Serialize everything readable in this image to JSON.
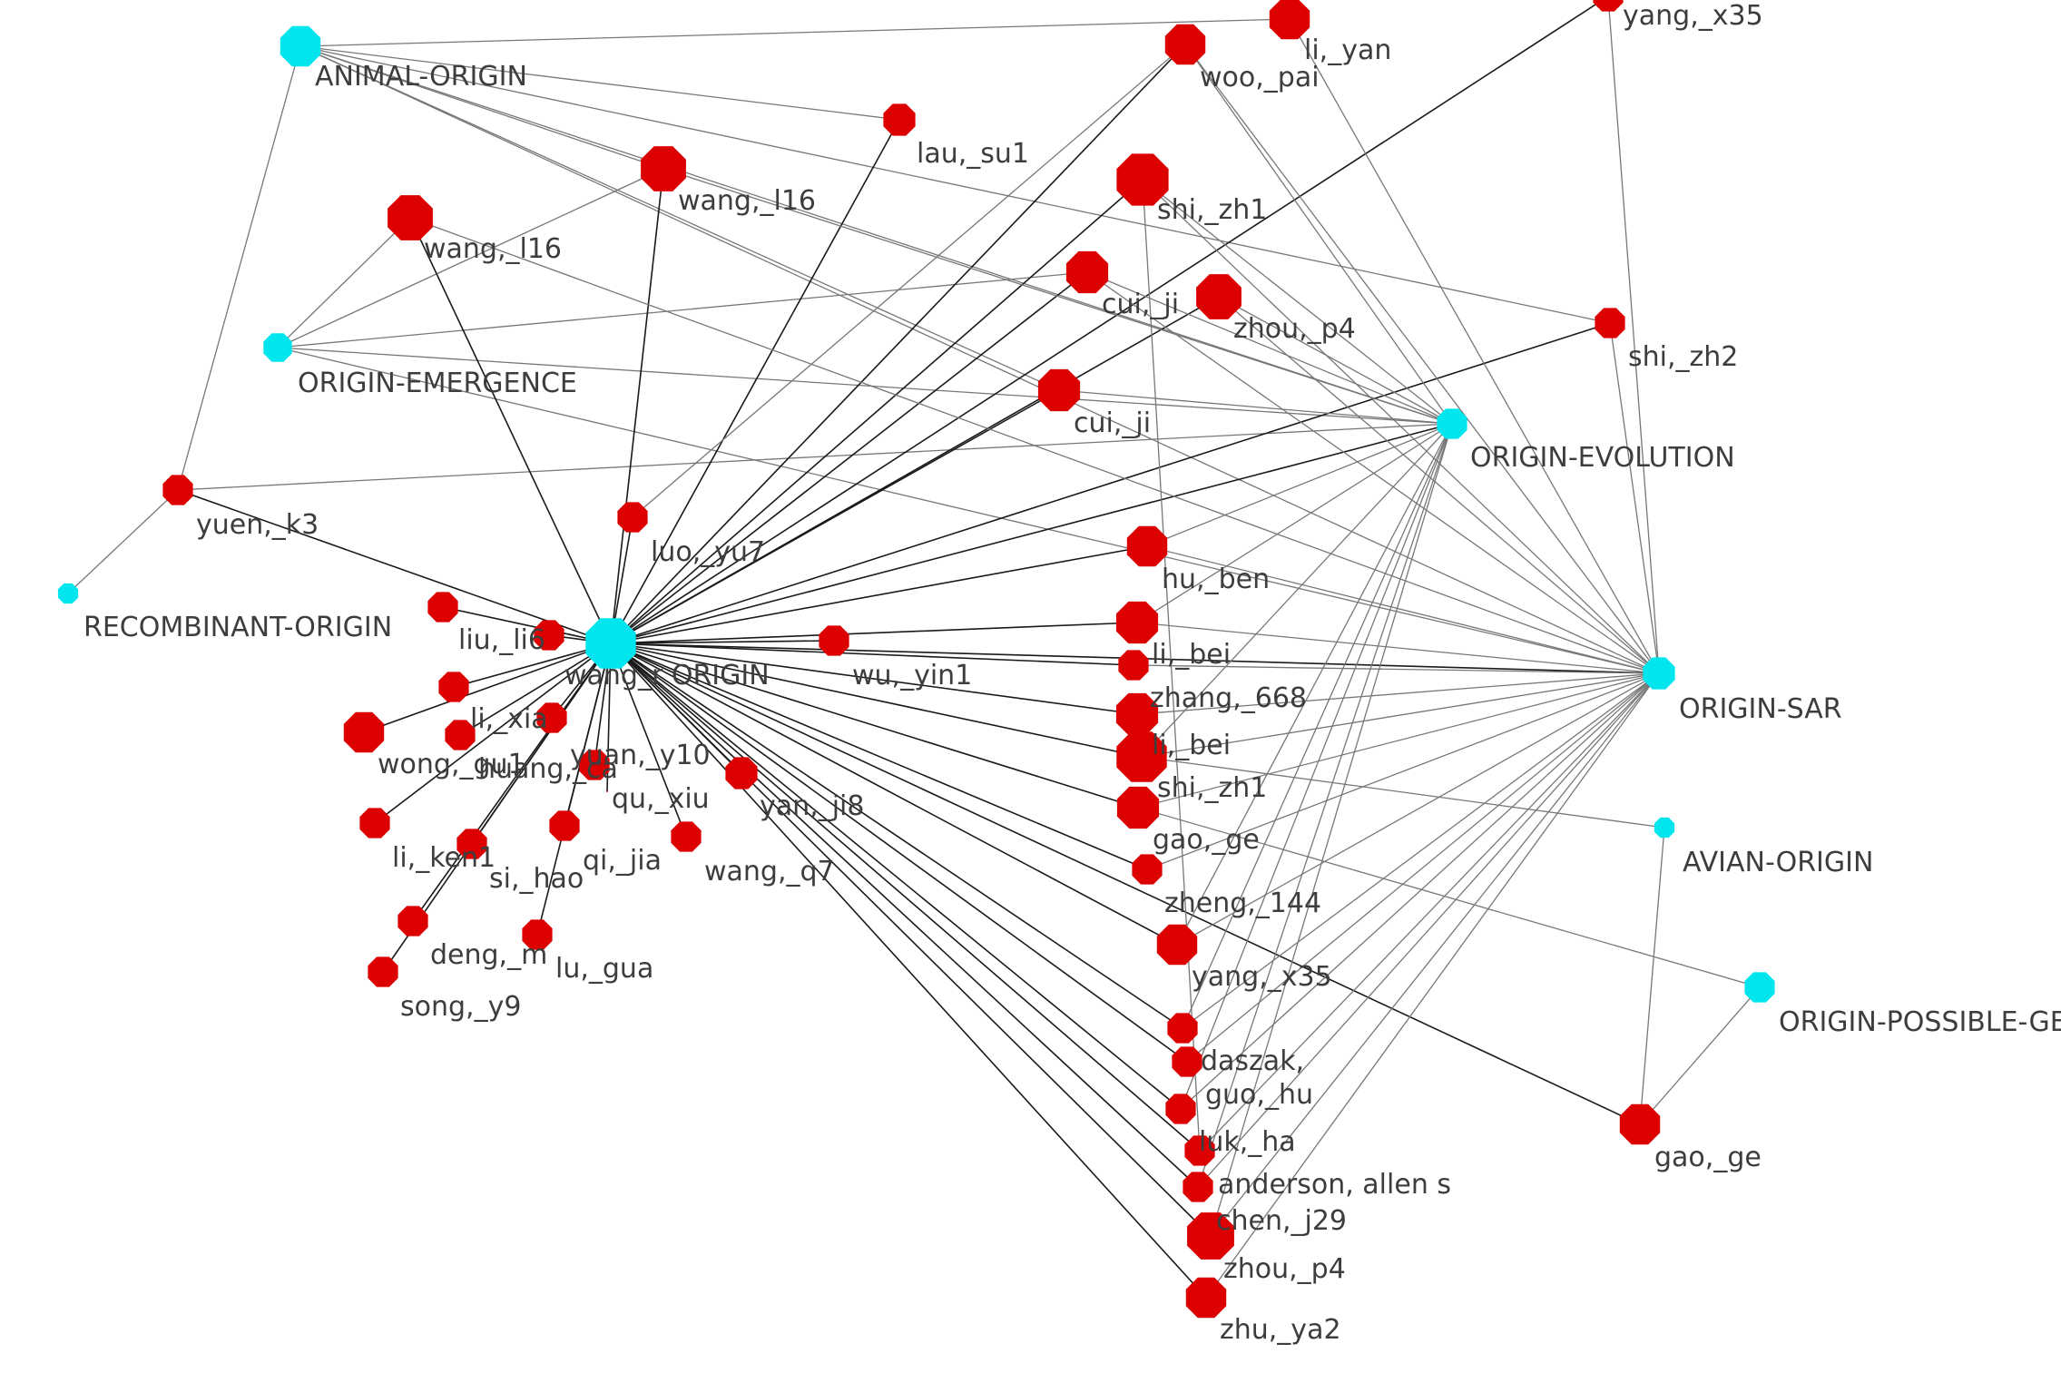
{
  "colors": {
    "concept": "#00e5ee",
    "author": "#dd0000",
    "edge_dark": "#1a1a1a",
    "edge_light": "#777777",
    "label": "#3d3d3d"
  },
  "nodes": [
    {
      "id": "animal_origin",
      "label": "ANIMAL-ORIGIN",
      "kind": "concept"
    },
    {
      "id": "origin_emergence",
      "label": "ORIGIN-EMERGENCE",
      "kind": "concept"
    },
    {
      "id": "recombinant_origin",
      "label": "RECOMBINANT-ORIGIN",
      "kind": "concept"
    },
    {
      "id": "wang_origin",
      "label": "wang_r ORIGIN",
      "kind": "concept"
    },
    {
      "id": "origin_evolution",
      "label": "ORIGIN-EVOLUTION",
      "kind": "concept"
    },
    {
      "id": "origin_sar",
      "label": "ORIGIN-SAR",
      "kind": "concept"
    },
    {
      "id": "avian_origin",
      "label": "AVIAN-ORIGIN",
      "kind": "concept"
    },
    {
      "id": "origin_possible",
      "label": "ORIGIN-POSSIBLE-GE",
      "kind": "concept"
    },
    {
      "id": "li_yan",
      "label": "li,_yan",
      "kind": "author"
    },
    {
      "id": "woo_pai",
      "label": "woo,_pai",
      "kind": "author"
    },
    {
      "id": "yang_x35_top",
      "label": "yang,_x35",
      "kind": "author"
    },
    {
      "id": "lau_su1",
      "label": "lau,_su1",
      "kind": "author"
    },
    {
      "id": "wang_l16_a",
      "label": "wang,_l16",
      "kind": "author"
    },
    {
      "id": "wang_l16_b",
      "label": "wang,_l16",
      "kind": "author"
    },
    {
      "id": "shi_zh1_top",
      "label": "shi,_zh1",
      "kind": "author"
    },
    {
      "id": "cui_ji_a",
      "label": "cui,_ji",
      "kind": "author"
    },
    {
      "id": "zhou_p4_top",
      "label": "zhou,_p4",
      "kind": "author"
    },
    {
      "id": "shi_zh2",
      "label": "shi,_zh2",
      "kind": "author"
    },
    {
      "id": "cui_ji_b",
      "label": "cui,_ji",
      "kind": "author"
    },
    {
      "id": "yuen_k3",
      "label": "yuen,_k3",
      "kind": "author"
    },
    {
      "id": "luo_yu7",
      "label": "luo,_yu7",
      "kind": "author"
    },
    {
      "id": "hu_ben",
      "label": "hu,_ben",
      "kind": "author"
    },
    {
      "id": "liu_li6",
      "label": "liu,_li6",
      "kind": "author"
    },
    {
      "id": "wu_yin1",
      "label": "wu,_yin1",
      "kind": "author"
    },
    {
      "id": "li_bei_a",
      "label": "li,_bei",
      "kind": "author"
    },
    {
      "id": "zhang_668",
      "label": "zhang,_668",
      "kind": "author"
    },
    {
      "id": "li_xia",
      "label": "li,_xia",
      "kind": "author"
    },
    {
      "id": "li_bei_b",
      "label": "li,_bei",
      "kind": "author"
    },
    {
      "id": "wong_gu1",
      "label": "wong,_gu1",
      "kind": "author"
    },
    {
      "id": "huang_ca",
      "label": "huang,_ca",
      "kind": "author"
    },
    {
      "id": "yuan_y10",
      "label": "yuan,_y10",
      "kind": "author"
    },
    {
      "id": "shi_zh1_mid",
      "label": "shi,_zh1",
      "kind": "author"
    },
    {
      "id": "qu_xiu",
      "label": "qu,_xiu",
      "kind": "author"
    },
    {
      "id": "yan_ji8",
      "label": "yan,_ji8",
      "kind": "author"
    },
    {
      "id": "gao_ge_mid",
      "label": "gao,_ge",
      "kind": "author"
    },
    {
      "id": "li_ken1",
      "label": "li,_ken1",
      "kind": "author"
    },
    {
      "id": "qi_jia",
      "label": "qi,_jia",
      "kind": "author"
    },
    {
      "id": "wang_q7",
      "label": "wang,_q7",
      "kind": "author"
    },
    {
      "id": "si_hao",
      "label": "si,_hao",
      "kind": "author"
    },
    {
      "id": "zheng_144",
      "label": "zheng,_144",
      "kind": "author"
    },
    {
      "id": "deng_m",
      "label": "deng,_m",
      "kind": "author"
    },
    {
      "id": "lu_gua",
      "label": "lu,_gua",
      "kind": "author"
    },
    {
      "id": "yang_x35",
      "label": "yang,_x35",
      "kind": "author"
    },
    {
      "id": "song_y9",
      "label": "song,_y9",
      "kind": "author"
    },
    {
      "id": "daszak",
      "label": "daszak,",
      "kind": "author"
    },
    {
      "id": "guo_hu",
      "label": "guo,_hu",
      "kind": "author"
    },
    {
      "id": "luk_ha",
      "label": "luk,_ha",
      "kind": "author"
    },
    {
      "id": "anderson",
      "label": "anderson, allen s",
      "kind": "author"
    },
    {
      "id": "chen_j29",
      "label": "chen,_j29",
      "kind": "author"
    },
    {
      "id": "zhou_p4",
      "label": "zhou,_p4",
      "kind": "author"
    },
    {
      "id": "zhu_ya2",
      "label": "zhu,_ya2",
      "kind": "author"
    },
    {
      "id": "gao_ge",
      "label": "gao,_ge",
      "kind": "author"
    },
    {
      "id": "unlabeled_1",
      "label": "",
      "kind": "author"
    },
    {
      "id": "unlabeled_2",
      "label": "",
      "kind": "author"
    }
  ],
  "edges": [
    [
      "animal_origin",
      "li_yan"
    ],
    [
      "animal_origin",
      "lau_su1"
    ],
    [
      "animal_origin",
      "wang_l16_a"
    ],
    [
      "animal_origin",
      "yuen_k3"
    ],
    [
      "animal_origin",
      "shi_zh2"
    ],
    [
      "animal_origin",
      "origin_sar"
    ],
    [
      "animal_origin",
      "cui_ji_b"
    ],
    [
      "animal_origin",
      "origin_evolution"
    ],
    [
      "origin_emergence",
      "wang_l16_a"
    ],
    [
      "origin_emergence",
      "wang_l16_b"
    ],
    [
      "origin_emergence",
      "cui_ji_a"
    ],
    [
      "origin_emergence",
      "origin_evolution"
    ],
    [
      "origin_emergence",
      "origin_sar"
    ],
    [
      "recombinant_origin",
      "yuen_k3"
    ],
    [
      "yuen_k3",
      "origin_evolution"
    ],
    [
      "yuen_k3",
      "wang_origin"
    ],
    [
      "wang_origin",
      "woo_pai"
    ],
    [
      "wang_origin",
      "yang_x35_top"
    ],
    [
      "wang_origin",
      "lau_su1"
    ],
    [
      "wang_origin",
      "wang_l16_a"
    ],
    [
      "wang_origin",
      "wang_l16_b"
    ],
    [
      "wang_origin",
      "shi_zh1_top"
    ],
    [
      "wang_origin",
      "cui_ji_a"
    ],
    [
      "wang_origin",
      "zhou_p4_top"
    ],
    [
      "wang_origin",
      "cui_ji_b"
    ],
    [
      "wang_origin",
      "shi_zh2"
    ],
    [
      "wang_origin",
      "origin_evolution"
    ],
    [
      "wang_origin",
      "luo_yu7"
    ],
    [
      "wang_origin",
      "hu_ben"
    ],
    [
      "wang_origin",
      "liu_li6"
    ],
    [
      "wang_origin",
      "wu_yin1"
    ],
    [
      "wang_origin",
      "li_bei_a"
    ],
    [
      "wang_origin",
      "zhang_668"
    ],
    [
      "wang_origin",
      "li_bei_b"
    ],
    [
      "wang_origin",
      "shi_zh1_mid"
    ],
    [
      "wang_origin",
      "gao_ge_mid"
    ],
    [
      "wang_origin",
      "zheng_144"
    ],
    [
      "wang_origin",
      "yang_x35"
    ],
    [
      "wang_origin",
      "daszak"
    ],
    [
      "wang_origin",
      "guo_hu"
    ],
    [
      "wang_origin",
      "luk_ha"
    ],
    [
      "wang_origin",
      "anderson"
    ],
    [
      "wang_origin",
      "chen_j29"
    ],
    [
      "wang_origin",
      "zhou_p4"
    ],
    [
      "wang_origin",
      "zhu_ya2"
    ],
    [
      "wang_origin",
      "gao_ge"
    ],
    [
      "wang_origin",
      "origin_sar"
    ],
    [
      "wang_origin",
      "unlabeled_1"
    ],
    [
      "wang_origin",
      "li_xia"
    ],
    [
      "wang_origin",
      "wong_gu1"
    ],
    [
      "wang_origin",
      "huang_ca"
    ],
    [
      "wang_origin",
      "yuan_y10"
    ],
    [
      "wang_origin",
      "qu_xiu"
    ],
    [
      "wang_origin",
      "yan_ji8"
    ],
    [
      "wang_origin",
      "li_ken1"
    ],
    [
      "wang_origin",
      "qi_jia"
    ],
    [
      "wang_origin",
      "wang_q7"
    ],
    [
      "wang_origin",
      "si_hao"
    ],
    [
      "wang_origin",
      "deng_m"
    ],
    [
      "wang_origin",
      "lu_gua"
    ],
    [
      "wang_origin",
      "song_y9"
    ],
    [
      "wang_origin",
      "unlabeled_2"
    ],
    [
      "origin_evolution",
      "woo_pai"
    ],
    [
      "origin_evolution",
      "shi_zh1_top"
    ],
    [
      "origin_evolution",
      "cui_ji_a"
    ],
    [
      "origin_evolution",
      "zhou_p4_top"
    ],
    [
      "origin_evolution",
      "cui_ji_b"
    ],
    [
      "origin_evolution",
      "hu_ben"
    ],
    [
      "origin_evolution",
      "li_bei_a"
    ],
    [
      "origin_evolution",
      "shi_zh1_mid"
    ],
    [
      "origin_evolution",
      "yang_x35"
    ],
    [
      "origin_evolution",
      "daszak"
    ],
    [
      "origin_evolution",
      "luk_ha"
    ],
    [
      "origin_evolution",
      "chen_j29"
    ],
    [
      "origin_evolution",
      "zhou_p4"
    ],
    [
      "origin_evolution",
      "wang_l16_a"
    ],
    [
      "origin_sar",
      "yang_x35_top"
    ],
    [
      "origin_sar",
      "woo_pai"
    ],
    [
      "origin_sar",
      "shi_zh1_top"
    ],
    [
      "origin_sar",
      "cui_ji_a"
    ],
    [
      "origin_sar",
      "zhou_p4_top"
    ],
    [
      "origin_sar",
      "shi_zh2"
    ],
    [
      "origin_sar",
      "hu_ben"
    ],
    [
      "origin_sar",
      "li_bei_a"
    ],
    [
      "origin_sar",
      "zhang_668"
    ],
    [
      "origin_sar",
      "gao_ge_mid"
    ],
    [
      "origin_sar",
      "zheng_144"
    ],
    [
      "origin_sar",
      "yang_x35"
    ],
    [
      "origin_sar",
      "daszak"
    ],
    [
      "origin_sar",
      "guo_hu"
    ],
    [
      "origin_sar",
      "luk_ha"
    ],
    [
      "origin_sar",
      "anderson"
    ],
    [
      "origin_sar",
      "chen_j29"
    ],
    [
      "origin_sar",
      "zhou_p4"
    ],
    [
      "origin_sar",
      "zhu_ya2"
    ],
    [
      "origin_sar",
      "li_yan"
    ],
    [
      "origin_sar",
      "wang_l16_b"
    ],
    [
      "origin_sar",
      "li_bei_b"
    ],
    [
      "origin_sar",
      "shi_zh1_mid"
    ],
    [
      "avian_origin",
      "shi_zh1_mid"
    ],
    [
      "avian_origin",
      "gao_ge"
    ],
    [
      "origin_possible",
      "gao_ge"
    ],
    [
      "origin_possible",
      "gao_ge_mid"
    ],
    [
      "shi_zh1_top",
      "anderson"
    ],
    [
      "woo_pai",
      "luo_yu7"
    ]
  ]
}
